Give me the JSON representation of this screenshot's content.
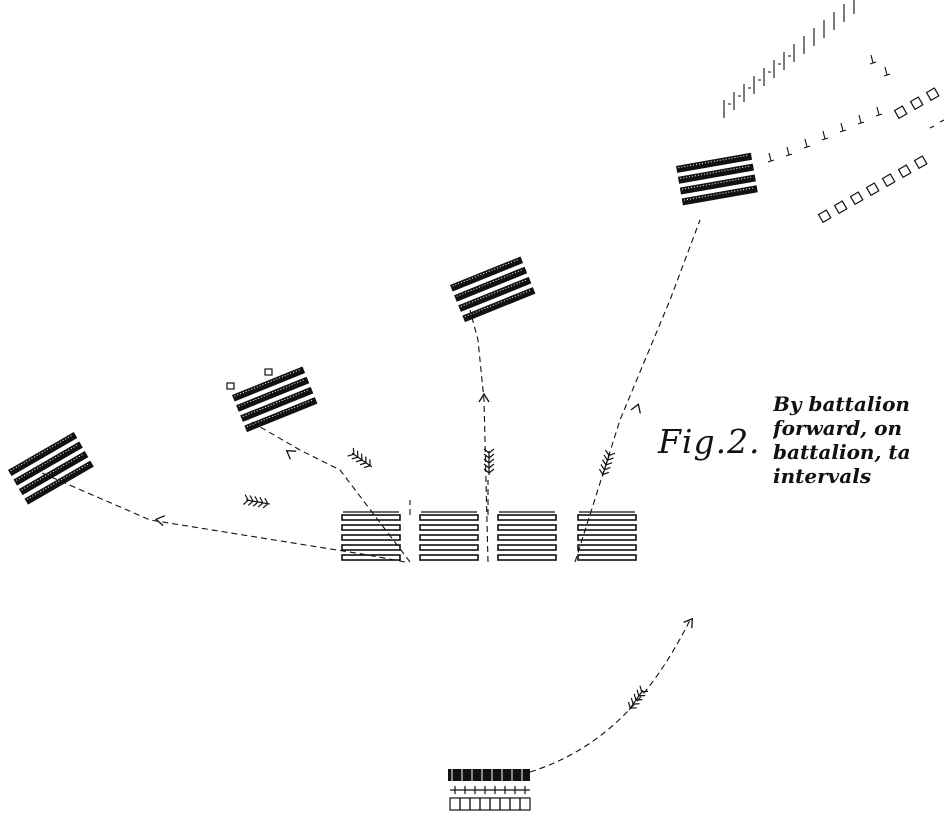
{
  "figure": {
    "label": "Fig.2.",
    "caption_lines": [
      "By battalion",
      "forward, on",
      "battalion, ta",
      "intervals"
    ]
  },
  "colors": {
    "ink": "#111111",
    "paper": "#ffffff"
  }
}
